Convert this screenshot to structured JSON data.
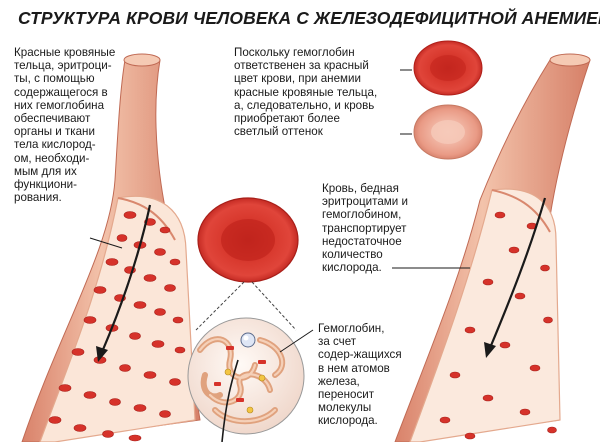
{
  "title": "Структура крови человека с железодефицитной анемией",
  "captions": {
    "rbc": "Красные кровяные\nтельца, эритроци-\nты, с помощью\nсодержащегося в\nних гемоглобина\nобеспечивают\nорганы и ткани\nтела кислород-\nом, необходи-\nмым для их\nфункциони-\nрования.",
    "color": "Поскольку гемоглобин\nответственен за красный\nцвет крови, при анемии\nкрасные кровяные тельца,\nа, следовательно, и кровь\nприобретают более\nсветлый оттенок",
    "poor_blood": "Кровь, бедная\nэритроцитами и\nгемоглобином,\nтранспортирует\nнедостаточное\nколичество\nкислорода.",
    "hemoglobin": "Гемоглобин,\nза счет\nсодер-жащихся\nв нем атомов\nжелеза,\nпереносит\nмолекулы\nкислорода."
  },
  "colors": {
    "vessel_outer": "#e8a184",
    "vessel_inner": "#f6d2bd",
    "lumen": "#fbe7da",
    "cell_normal": "#d6322a",
    "cell_pale": "#eb9a86",
    "text": "#1a1a1a"
  }
}
